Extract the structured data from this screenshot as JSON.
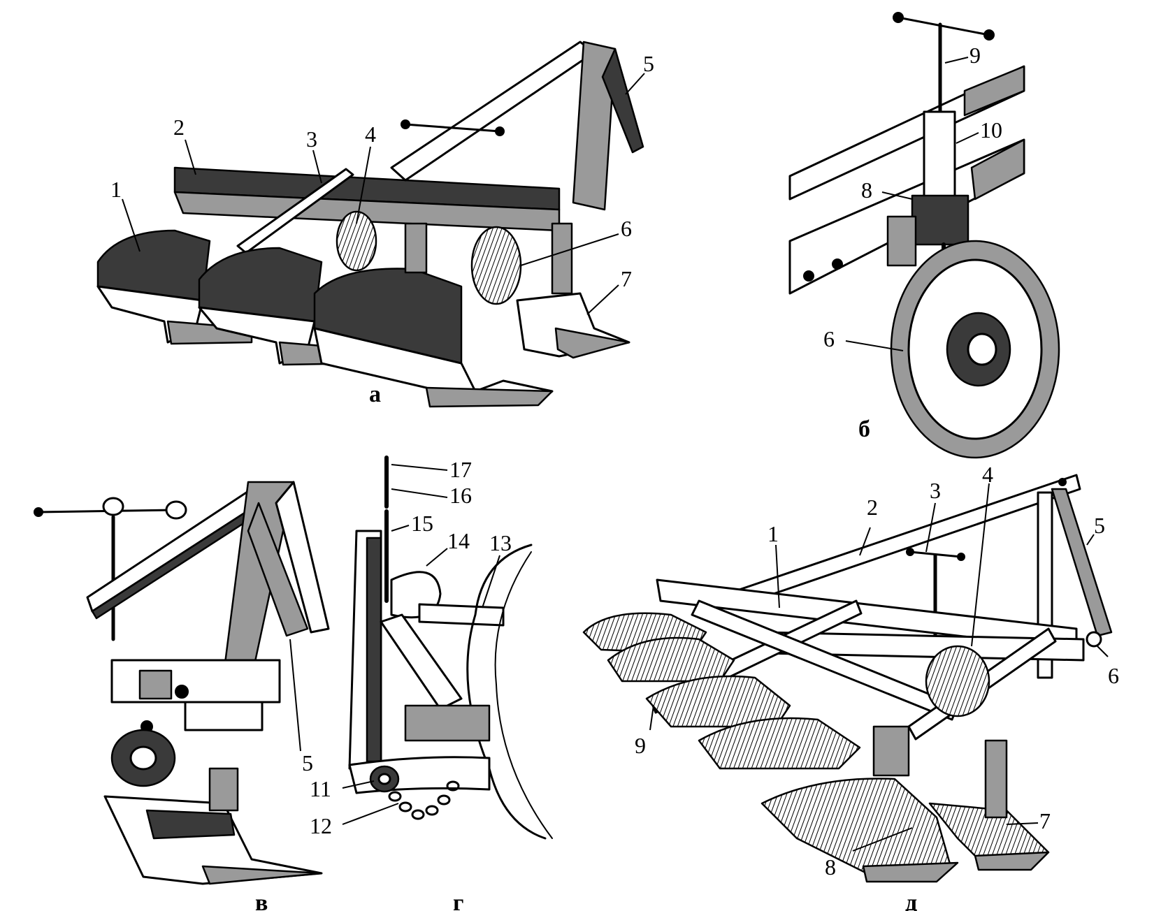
{
  "panels": {
    "a": {
      "label": "а",
      "callouts": [
        "1",
        "2",
        "3",
        "4",
        "5",
        "6",
        "7"
      ]
    },
    "b": {
      "label": "б",
      "callouts": [
        "9",
        "10",
        "8",
        "6"
      ]
    },
    "v": {
      "label": "в",
      "callouts": [
        "5"
      ]
    },
    "g": {
      "label": "г",
      "callouts": [
        "17",
        "16",
        "15",
        "14",
        "13",
        "11",
        "12"
      ]
    },
    "d": {
      "label": "д",
      "callouts": [
        "1",
        "2",
        "3",
        "4",
        "5",
        "6",
        "7",
        "8",
        "9"
      ]
    }
  }
}
